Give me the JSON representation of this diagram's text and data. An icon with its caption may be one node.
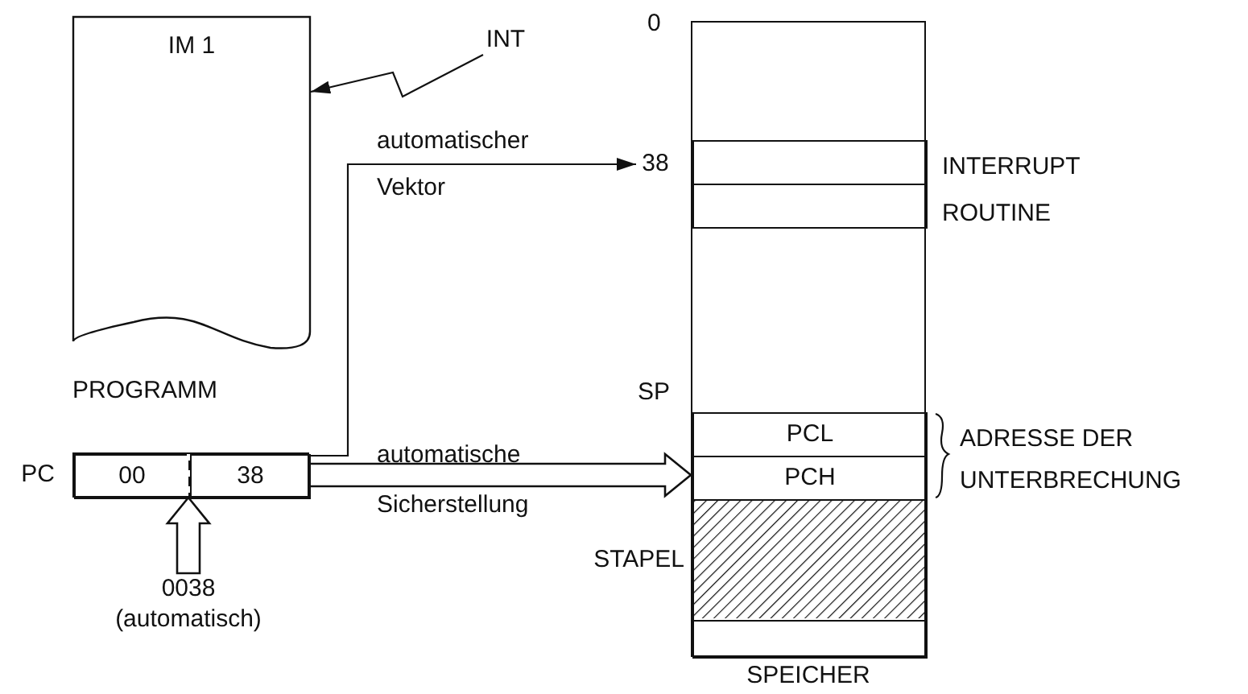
{
  "diagram": {
    "nodes": [
      {
        "text": [
          "IM 1",
          "PROGRAMM"
        ]
      },
      {
        "text": [
          "INT"
        ]
      },
      {
        "text": [
          "SPEICHER"
        ]
      },
      {
        "text": [
          "38"
        ]
      },
      {
        "text": [],
        "shape": "box",
        "in": 2
      },
      {
        "text": [],
        "shape": "box",
        "in": 2
      },
      {
        "text": [
          "PCL"
        ],
        "in": 2
      },
      {
        "text": [
          "PCH"
        ],
        "in": 2
      },
      {
        "text": [
          "STAPEL"
        ],
        "in": 2
      },
      {
        "text": [],
        "shape": "box",
        "in": 2
      },
      {
        "text": [
          "PC"
        ]
      },
      {
        "text": [
          "00"
        ],
        "in": 10
      },
      {
        "text": [
          "38"
        ],
        "in": 10
      },
      {
        "text": [
          "0038 (automatisch)"
        ]
      }
    ],
    "edges": [
      {
        "from": 1,
        "to": 0,
        "arrow": "to"
      },
      {
        "from": 10,
        "to": 3,
        "arrow": "to",
        "label": "automatischer Vektor"
      },
      {
        "from": 10,
        "to": 7,
        "arrow": "to",
        "label": "automatische Sicherstellung",
        "style": "thick"
      },
      {
        "from": 13,
        "to": 10,
        "arrow": "to",
        "style": "thick"
      }
    ],
    "labels": [
      "0",
      "INTERRUPT ROUTINE",
      "SP",
      "ADRESSE DER UNTERBRECHUNG"
    ]
  }
}
